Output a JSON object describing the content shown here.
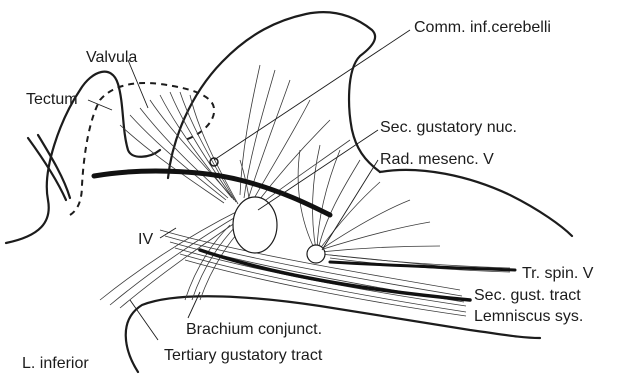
{
  "labels": {
    "comm_inf_cerebelli": "Comm. inf.cerebelli",
    "valvula": "Valvula",
    "tectum": "Tectum",
    "sec_gustatory_nuc": "Sec. gustatory nuc.",
    "rad_mesenc_v": "Rad. mesenc. V",
    "iv": "IV",
    "tr_spin_v": "Tr. spin. V",
    "sec_gust_tract": "Sec. gust. tract",
    "lemniscus_sys": "Lemniscus sys.",
    "brachium_conjunct": "Brachium conjunct.",
    "l_inferior": "L. inferior",
    "tertiary_gustatory_tract": "Tertiary gustatory tract"
  }
}
